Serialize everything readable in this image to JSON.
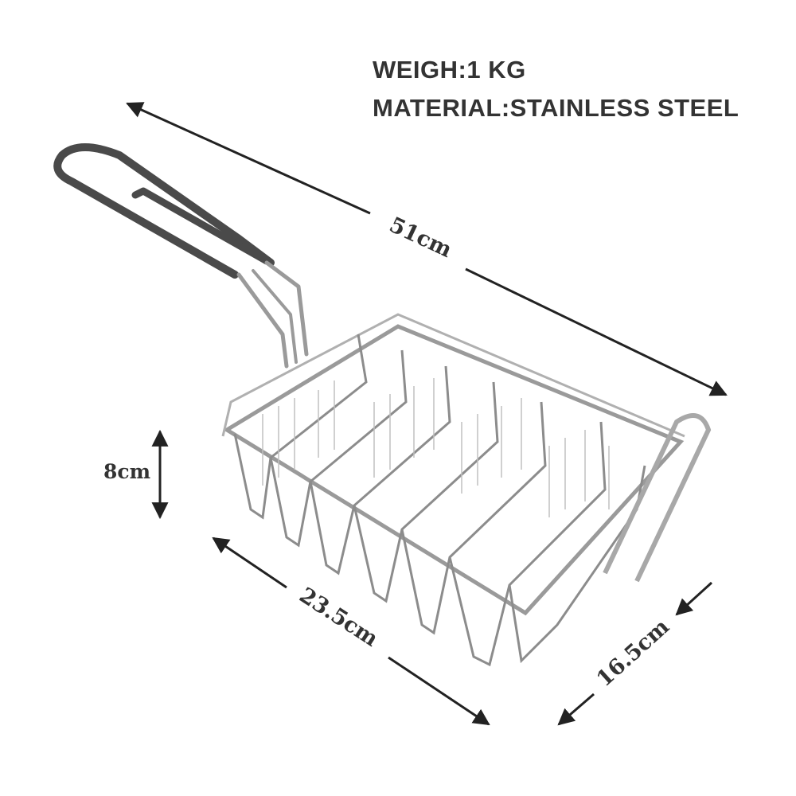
{
  "specs": {
    "weight": "WEIGH:1 KG",
    "material": "MATERIAL:STAINLESS STEEL"
  },
  "dimensions": {
    "length": "51cm",
    "height": "8cm",
    "width": "23.5cm",
    "depth": "16.5cm"
  },
  "colors": {
    "text": "#333333",
    "steel": "#9a9a9a",
    "handle_grip": "#4a4a4a"
  }
}
